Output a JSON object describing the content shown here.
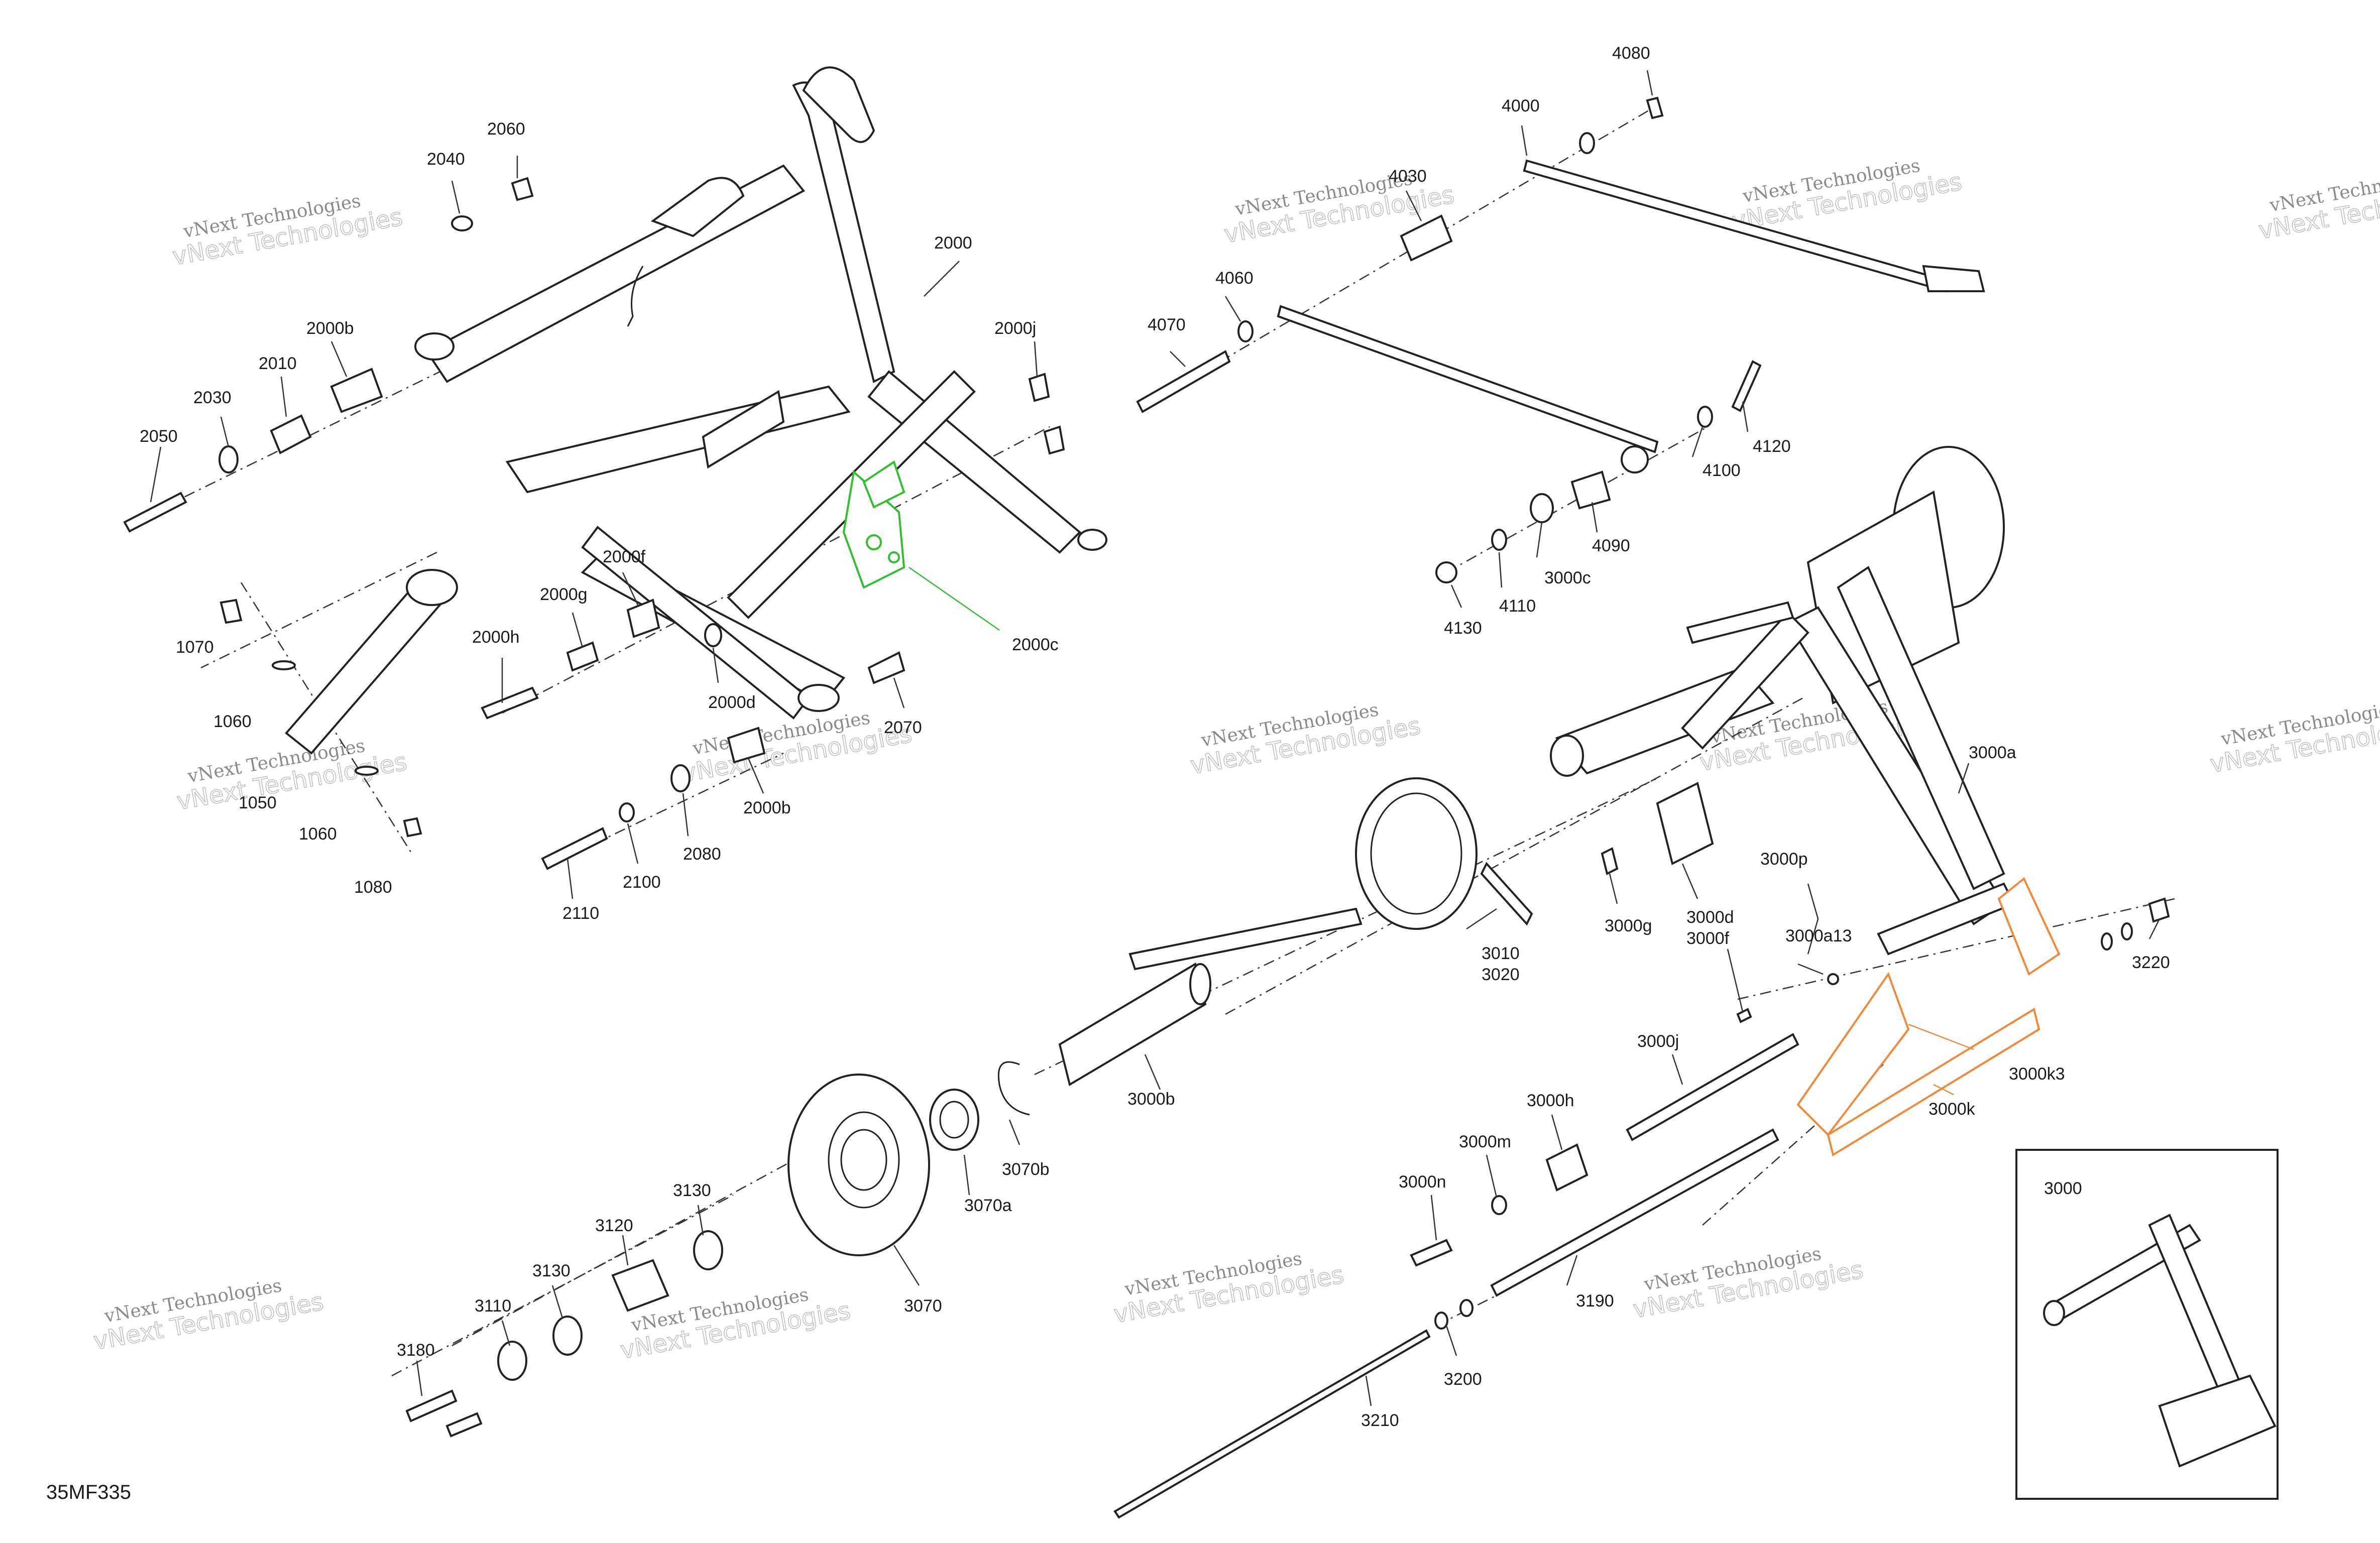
{
  "diagram_code": "35MF335",
  "inset_title": "3000",
  "watermark": {
    "line1": "vNext Technologies",
    "line2": "vNext Technologies"
  },
  "colors": {
    "highlight_green": "#2fbf2f",
    "highlight_orange": "#f08a3a"
  },
  "callouts": [
    {
      "id": "2060",
      "label": "2060"
    },
    {
      "id": "2040",
      "label": "2040"
    },
    {
      "id": "2000",
      "label": "2000"
    },
    {
      "id": "2000b_top",
      "label": "2000b"
    },
    {
      "id": "2010",
      "label": "2010"
    },
    {
      "id": "2030",
      "label": "2030"
    },
    {
      "id": "2050",
      "label": "2050"
    },
    {
      "id": "2000j",
      "label": "2000j"
    },
    {
      "id": "2000c",
      "label": "2000c"
    },
    {
      "id": "2000f",
      "label": "2000f"
    },
    {
      "id": "2000g",
      "label": "2000g"
    },
    {
      "id": "2000h",
      "label": "2000h"
    },
    {
      "id": "2000d",
      "label": "2000d"
    },
    {
      "id": "2070",
      "label": "2070"
    },
    {
      "id": "2000b_bot",
      "label": "2000b"
    },
    {
      "id": "2080",
      "label": "2080"
    },
    {
      "id": "2100",
      "label": "2100"
    },
    {
      "id": "2110",
      "label": "2110"
    },
    {
      "id": "1070",
      "label": "1070"
    },
    {
      "id": "1060a",
      "label": "1060"
    },
    {
      "id": "1050",
      "label": "1050"
    },
    {
      "id": "1060b",
      "label": "1060"
    },
    {
      "id": "1080",
      "label": "1080"
    },
    {
      "id": "4080",
      "label": "4080"
    },
    {
      "id": "4000",
      "label": "4000"
    },
    {
      "id": "4030",
      "label": "4030"
    },
    {
      "id": "4060",
      "label": "4060"
    },
    {
      "id": "4070",
      "label": "4070"
    },
    {
      "id": "4120",
      "label": "4120"
    },
    {
      "id": "4100",
      "label": "4100"
    },
    {
      "id": "4090",
      "label": "4090"
    },
    {
      "id": "3000c",
      "label": "3000c"
    },
    {
      "id": "4110",
      "label": "4110"
    },
    {
      "id": "4130",
      "label": "4130"
    },
    {
      "id": "3000a",
      "label": "3000a"
    },
    {
      "id": "3000p",
      "label": "3000p"
    },
    {
      "id": "3000a13",
      "label": "3000a13"
    },
    {
      "id": "3220",
      "label": "3220"
    },
    {
      "id": "3000d",
      "label": "3000d"
    },
    {
      "id": "3000f",
      "label": "3000f"
    },
    {
      "id": "3000g",
      "label": "3000g"
    },
    {
      "id": "3010",
      "label": "3010"
    },
    {
      "id": "3020",
      "label": "3020"
    },
    {
      "id": "3000k3",
      "label": "3000k3"
    },
    {
      "id": "3000k",
      "label": "3000k"
    },
    {
      "id": "3000j",
      "label": "3000j"
    },
    {
      "id": "3000b",
      "label": "3000b"
    },
    {
      "id": "3070b",
      "label": "3070b"
    },
    {
      "id": "3070a",
      "label": "3070a"
    },
    {
      "id": "3070",
      "label": "3070"
    },
    {
      "id": "3000h",
      "label": "3000h"
    },
    {
      "id": "3000m",
      "label": "3000m"
    },
    {
      "id": "3000n",
      "label": "3000n"
    },
    {
      "id": "3190",
      "label": "3190"
    },
    {
      "id": "3200",
      "label": "3200"
    },
    {
      "id": "3210",
      "label": "3210"
    },
    {
      "id": "3130a",
      "label": "3130"
    },
    {
      "id": "3120",
      "label": "3120"
    },
    {
      "id": "3130b",
      "label": "3130"
    },
    {
      "id": "3110",
      "label": "3110"
    },
    {
      "id": "3180",
      "label": "3180"
    }
  ]
}
